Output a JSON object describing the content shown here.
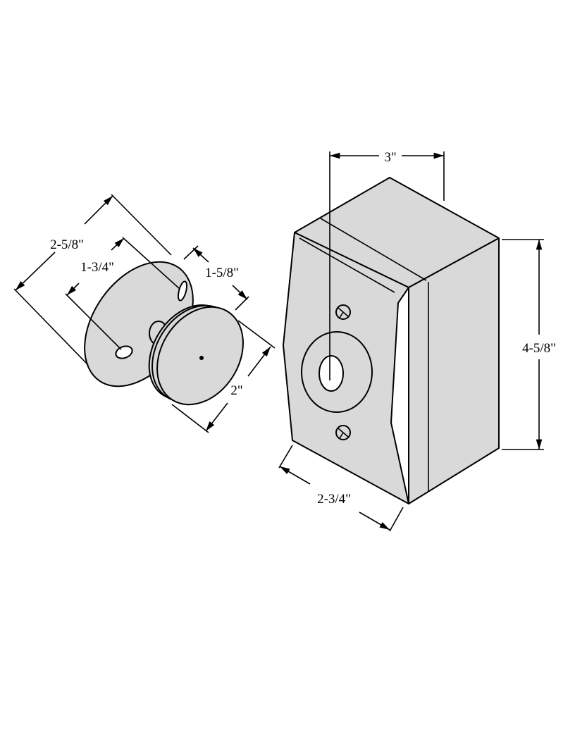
{
  "dimensions": {
    "armature_outer": "2-5/8\"",
    "armature_holes": "1-3/4\"",
    "armature_depth": "1-5/8\"",
    "armature_face": "2\"",
    "magnet_width": "3\"",
    "magnet_height": "4-5/8\"",
    "magnet_depth": "2-3/4\""
  },
  "colors": {
    "fill": "#d9d9d9",
    "line": "#000000"
  }
}
